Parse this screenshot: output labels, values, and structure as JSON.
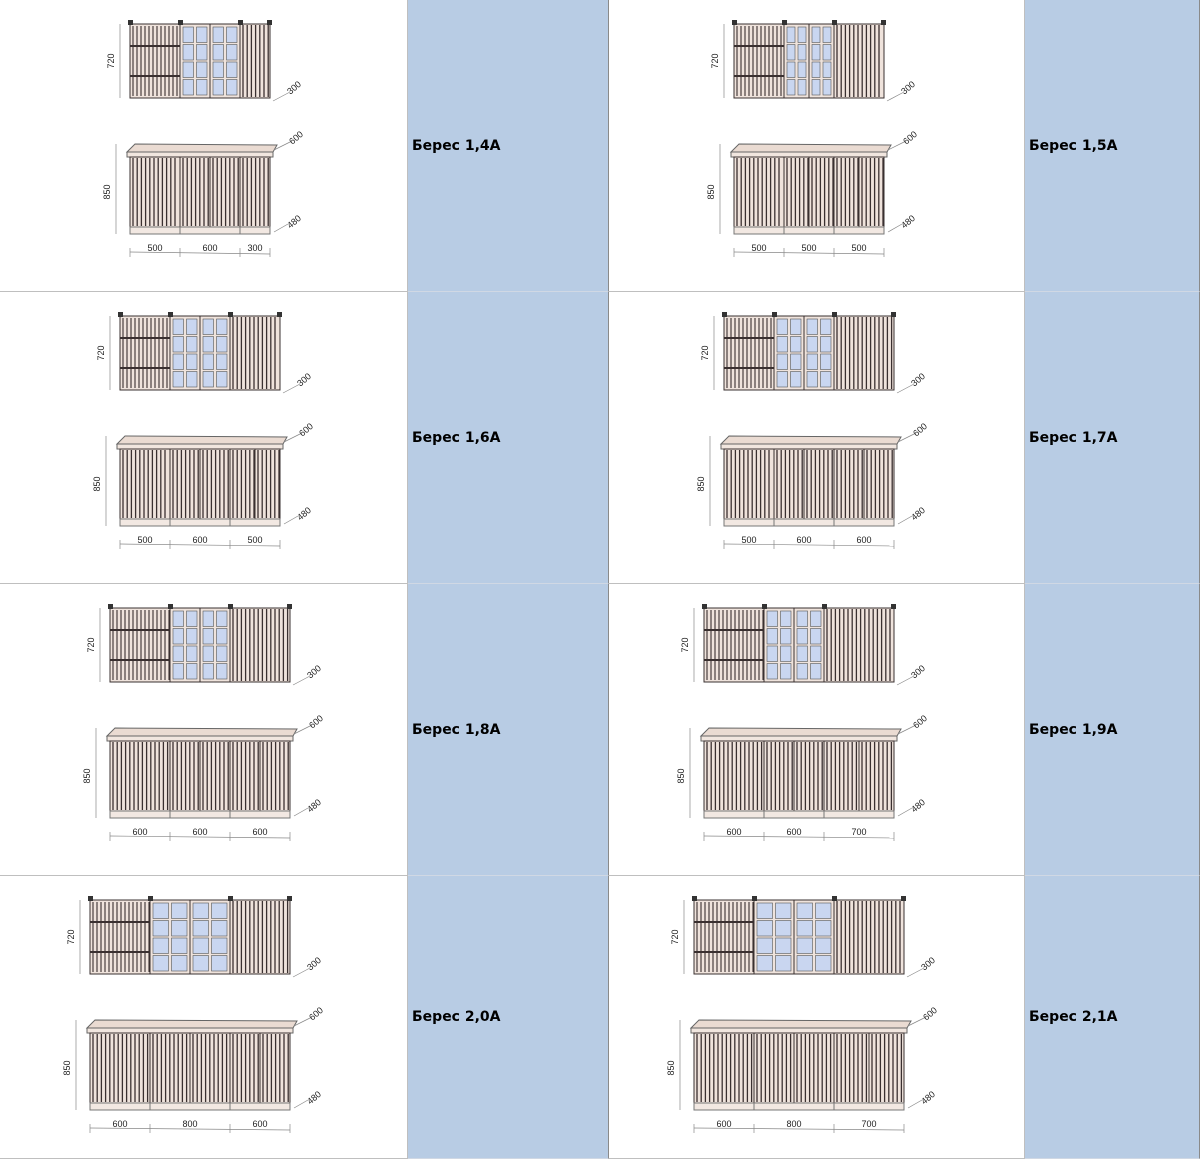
{
  "kits": [
    {
      "name": "Берес 1,4А",
      "widths": [
        500,
        600,
        300
      ],
      "upper_h": "720",
      "upper_d": "300",
      "lower_h": "850",
      "lower_d": "600",
      "plinth_d": "480"
    },
    {
      "name": "Берес 1,5А",
      "widths": [
        500,
        500,
        500
      ],
      "upper_h": "720",
      "upper_d": "300",
      "lower_h": "850",
      "lower_d": "600",
      "plinth_d": "480"
    },
    {
      "name": "Берес 1,6А",
      "widths": [
        500,
        600,
        500
      ],
      "upper_h": "720",
      "upper_d": "300",
      "lower_h": "850",
      "lower_d": "600",
      "plinth_d": "480"
    },
    {
      "name": "Берес 1,7А",
      "widths": [
        500,
        600,
        600
      ],
      "upper_h": "720",
      "upper_d": "300",
      "lower_h": "850",
      "lower_d": "600",
      "plinth_d": "480"
    },
    {
      "name": "Берес 1,8А",
      "widths": [
        600,
        600,
        600
      ],
      "upper_h": "720",
      "upper_d": "300",
      "lower_h": "850",
      "lower_d": "600",
      "plinth_d": "480"
    },
    {
      "name": "Берес 1,9А",
      "widths": [
        600,
        600,
        700
      ],
      "upper_h": "720",
      "upper_d": "300",
      "lower_h": "850",
      "lower_d": "600",
      "plinth_d": "480"
    },
    {
      "name": "Берес 2,0А",
      "widths": [
        600,
        800,
        600
      ],
      "upper_h": "720",
      "upper_d": "300",
      "lower_h": "850",
      "lower_d": "600",
      "plinth_d": "480"
    },
    {
      "name": "Берес 2,1А",
      "widths": [
        600,
        800,
        700
      ],
      "upper_h": "720",
      "upper_d": "300",
      "lower_h": "850",
      "lower_d": "600",
      "plinth_d": "480"
    }
  ],
  "colors": {
    "label_bg": "#b8cce4",
    "body": "#efe3dc",
    "slat": "#3a3030",
    "glass": "#c9d6f0"
  }
}
